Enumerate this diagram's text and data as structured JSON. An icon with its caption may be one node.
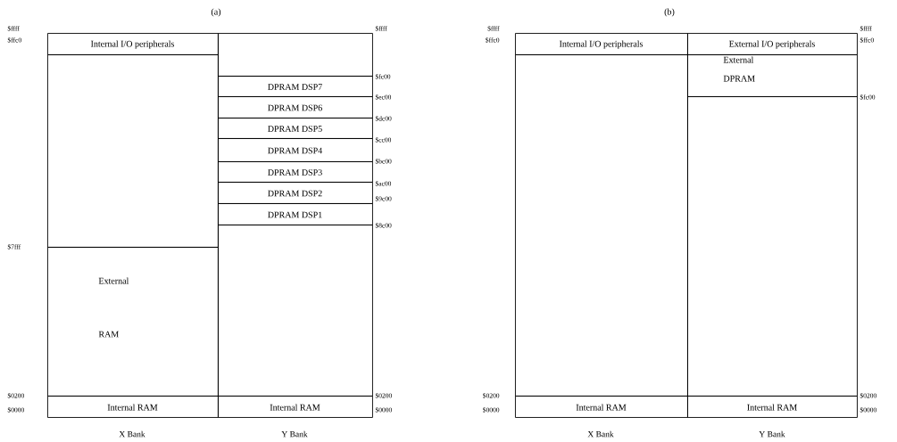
{
  "diagram": {
    "nodes": [
      {
        "text": [
          "Internal I/O peripherals"
        ]
      },
      {
        "text": [],
        "shape": "box"
      },
      {
        "text": [
          "External",
          "RAM"
        ]
      },
      {
        "text": [
          "Internal RAM"
        ]
      },
      {
        "text": [],
        "shape": "box"
      },
      {
        "text": [
          "DPRAM DSP7"
        ]
      },
      {
        "text": [
          "DPRAM DSP6"
        ]
      },
      {
        "text": [
          "DPRAM DSP5"
        ]
      },
      {
        "text": [
          "DPRAM DSP4"
        ]
      },
      {
        "text": [
          "DPRAM DSP3"
        ]
      },
      {
        "text": [
          "DPRAM DSP2"
        ]
      },
      {
        "text": [
          "DPRAM DSP1"
        ]
      },
      {
        "text": [],
        "shape": "box"
      },
      {
        "text": [
          "Internal RAM"
        ]
      },
      {
        "text": [
          "Internal I/O peripherals"
        ]
      },
      {
        "text": [],
        "shape": "box"
      },
      {
        "text": [
          "Internal RAM"
        ]
      },
      {
        "text": [
          "External I/O peripherals"
        ]
      },
      {
        "text": [
          "External DPRAM"
        ]
      },
      {
        "text": [],
        "shape": "box"
      },
      {
        "text": [
          "Internal RAM"
        ]
      }
    ],
    "labels": [
      "(a)",
      "(b)",
      "$ffff",
      "$ffff",
      "$ffff",
      "$ffff",
      "$ffc0",
      "$ffc0",
      "$ffc0",
      "$fc00",
      "$ec00",
      "$dc00",
      "$cc00",
      "$bc00",
      "$ac00",
      "$9c00",
      "$8c00",
      "$fc00",
      "$7fff",
      "$0200",
      "$0200",
      "$0200",
      "$0200",
      "$0000",
      "$0000",
      "$0000",
      "$0000",
      "X Bank",
      "Y Bank",
      "X Bank",
      "Y Bank"
    ]
  }
}
